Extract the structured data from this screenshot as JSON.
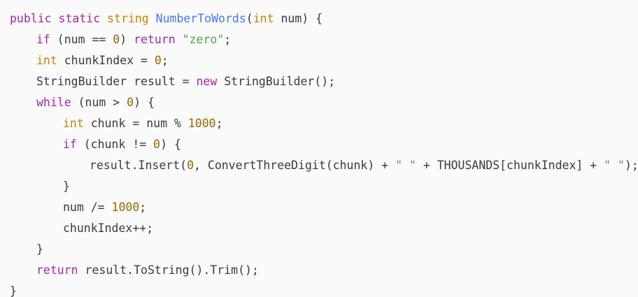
{
  "code": {
    "language": "csharp",
    "lines": [
      [
        {
          "t": "public",
          "k": "kw"
        },
        {
          "t": " ",
          "k": "pl"
        },
        {
          "t": "static",
          "k": "kw"
        },
        {
          "t": " ",
          "k": "pl"
        },
        {
          "t": "string",
          "k": "ty"
        },
        {
          "t": " ",
          "k": "pl"
        },
        {
          "t": "NumberToWords",
          "k": "fn"
        },
        {
          "t": "(",
          "k": "pl"
        },
        {
          "t": "int",
          "k": "ty"
        },
        {
          "t": " num) {",
          "k": "pl"
        }
      ],
      [
        {
          "t": "if",
          "k": "kw"
        },
        {
          "t": " (num == ",
          "k": "pl"
        },
        {
          "t": "0",
          "k": "num"
        },
        {
          "t": ") ",
          "k": "pl"
        },
        {
          "t": "return",
          "k": "kw"
        },
        {
          "t": " ",
          "k": "pl"
        },
        {
          "t": "\"zero\"",
          "k": "str"
        },
        {
          "t": ";",
          "k": "pl"
        }
      ],
      [
        {
          "t": "int",
          "k": "ty"
        },
        {
          "t": " chunkIndex = ",
          "k": "pl"
        },
        {
          "t": "0",
          "k": "num"
        },
        {
          "t": ";",
          "k": "pl"
        }
      ],
      [
        {
          "t": "StringBuilder result = ",
          "k": "pl"
        },
        {
          "t": "new",
          "k": "kw"
        },
        {
          "t": " StringBuilder();",
          "k": "pl"
        }
      ],
      [
        {
          "t": "while",
          "k": "kw"
        },
        {
          "t": " (num > ",
          "k": "pl"
        },
        {
          "t": "0",
          "k": "num"
        },
        {
          "t": ") {",
          "k": "pl"
        }
      ],
      [
        {
          "t": "int",
          "k": "ty"
        },
        {
          "t": " chunk = num % ",
          "k": "pl"
        },
        {
          "t": "1000",
          "k": "num"
        },
        {
          "t": ";",
          "k": "pl"
        }
      ],
      [
        {
          "t": "if",
          "k": "kw"
        },
        {
          "t": " (chunk != ",
          "k": "pl"
        },
        {
          "t": "0",
          "k": "num"
        },
        {
          "t": ") {",
          "k": "pl"
        }
      ],
      [
        {
          "t": "result.Insert(",
          "k": "pl"
        },
        {
          "t": "0",
          "k": "num"
        },
        {
          "t": ", ConvertThreeDigit(chunk) + ",
          "k": "pl"
        },
        {
          "t": "\" \"",
          "k": "str"
        },
        {
          "t": " + THOUSANDS[chunkIndex] + ",
          "k": "pl"
        },
        {
          "t": "\" \"",
          "k": "str"
        },
        {
          "t": ");",
          "k": "pl"
        }
      ],
      [
        {
          "t": "}",
          "k": "pl"
        }
      ],
      [
        {
          "t": "num /= ",
          "k": "pl"
        },
        {
          "t": "1000",
          "k": "num"
        },
        {
          "t": ";",
          "k": "pl"
        }
      ],
      [
        {
          "t": "chunkIndex++;",
          "k": "pl"
        }
      ],
      [
        {
          "t": "}",
          "k": "pl"
        }
      ],
      [
        {
          "t": "return",
          "k": "kw"
        },
        {
          "t": " result.ToString().Trim();",
          "k": "pl"
        }
      ],
      [
        {
          "t": "}",
          "k": "pl"
        }
      ]
    ]
  },
  "colors": {
    "background": "#fafafa",
    "keyword": "#a626a4",
    "type": "#c18401",
    "function": "#4078f2",
    "number": "#986801",
    "string": "#50a14f",
    "plain": "#383a42"
  }
}
